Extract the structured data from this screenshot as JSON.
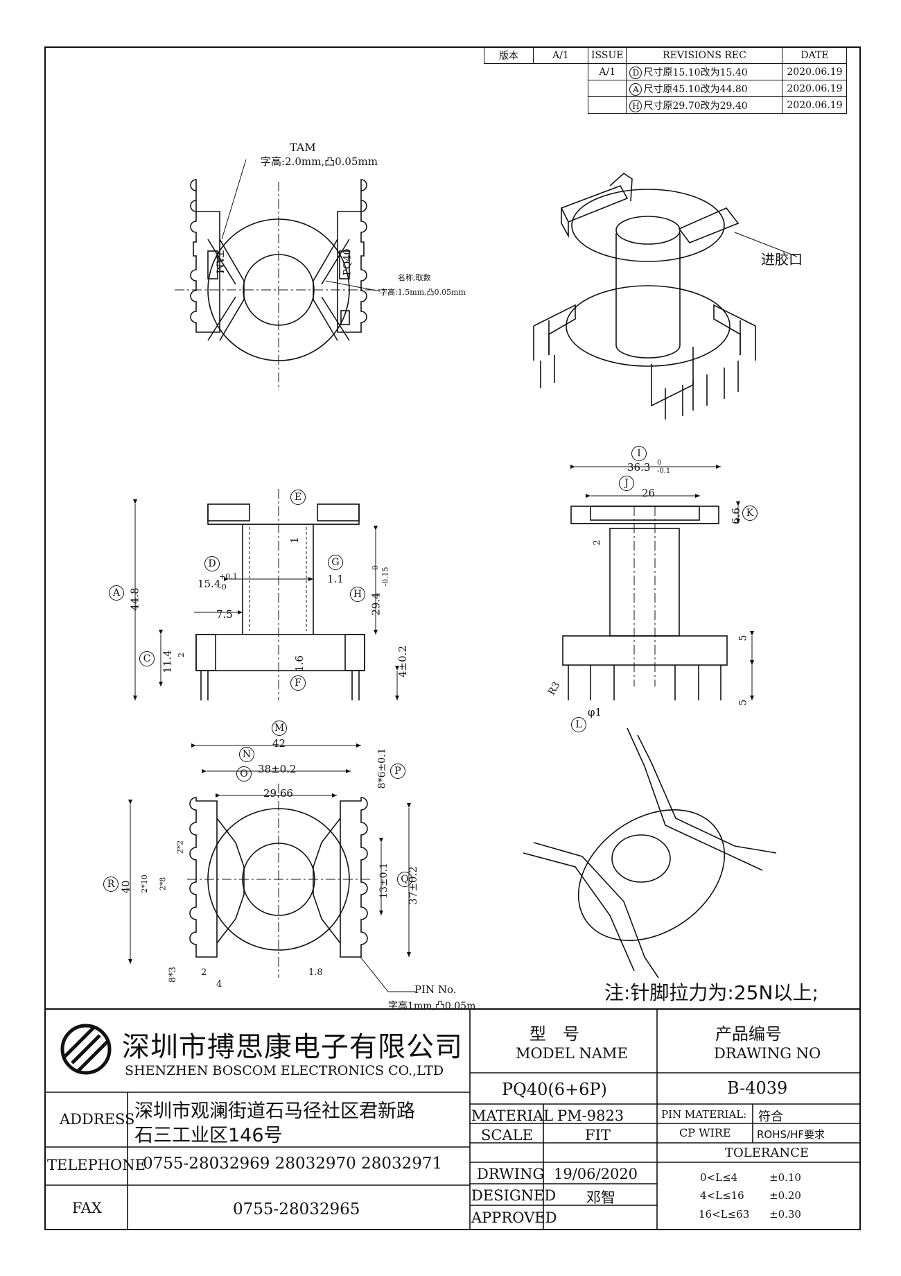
{
  "revisions": {
    "head_version": "版本",
    "head_version_val": "A/1",
    "head_issue": "ISSUE",
    "head_rec": "REVISIONS REC",
    "head_date": "DATE",
    "issue_val": "A/1",
    "rows": [
      {
        "mark": "D",
        "text": "尺寸原15.10改为15.40",
        "date": "2020.06.19"
      },
      {
        "mark": "A",
        "text": "尺寸原45.10改为44.80",
        "date": "2020.06.19"
      },
      {
        "mark": "H",
        "text": "尺寸原29.70改为29.40",
        "date": "2020.06.19"
      }
    ]
  },
  "annotations": {
    "tam": "TAM",
    "tam_spec": "字高:2.0mm,凸0.05mm",
    "name_qty": "名称,取数",
    "name_spec": "字高:1.5mm,凸0.05mm",
    "gate": "进胶口",
    "pin_no": "PIN No.",
    "pin_spec": "字高1mm,凸0.05m",
    "note": "注:针脚拉力为:25N以上;",
    "body_text_1": "TAM",
    "body_text_2": "PQ40"
  },
  "dims": {
    "A": "44.8",
    "D": "15.4",
    "D_tol_up": "+0.1",
    "D_tol_dn": "-0",
    "E": "1",
    "G": "1.1",
    "H": "29.4",
    "H_tol_up": "0",
    "H_tol_dn": "-0.15",
    "v75": "7.5",
    "C": "11.4",
    "c2": "2",
    "F": "1.6",
    "f4": "4±0.2",
    "I": "36.3",
    "I_tol_up": "0",
    "I_tol_dn": "-0.1",
    "J": "26",
    "K": "6.6",
    "k2": "2",
    "k5a": "5",
    "k5b": "5",
    "R3": "R3",
    "L": "φ1",
    "M": "42",
    "N": "38±0.2",
    "O": "29.66",
    "P": "8*6±0.1",
    "R": "40",
    "Q": "37±0.2",
    "q13": "13±0.1",
    "r2x2": "2*2",
    "r2x10": "2*10",
    "r2x8": "2*8",
    "b8x3": "8*3",
    "b2": "2",
    "b4": "4",
    "b18": "1.8"
  },
  "labels": [
    "A",
    "C",
    "D",
    "E",
    "F",
    "G",
    "H",
    "I",
    "J",
    "K",
    "L",
    "M",
    "N",
    "O",
    "P",
    "Q",
    "R"
  ],
  "title_block": {
    "company_cn": "深圳市搏思康电子有限公司",
    "company_en": "SHENZHEN BOSCOM ELECTRONICS CO.,LTD",
    "address_label": "ADDRESS",
    "address_l1": "深圳市观澜街道石马径社区君新路",
    "address_l2": "石三工业区146号",
    "telephone_label": "TELEPHONE",
    "telephone": "0755-28032969 28032970 28032971",
    "fax_label": "FAX",
    "fax": "0755-28032965",
    "model_cn": "型　号",
    "model_en": "MODEL NAME",
    "model_val": "PQ40(6+6P)",
    "drawing_cn": "产品编号",
    "drawing_en": "DRAWING NO",
    "drawing_val": "B-4039",
    "material_label": "MATERIAL",
    "material_val": "PM-9823",
    "scale_label": "SCALE",
    "scale_val": "FIT",
    "drwing_label": "DRWING",
    "drwing_val": "19/06/2020",
    "designed_label": "DESIGNED",
    "designed_val": "邓智",
    "approved_label": "APPROVED",
    "approved_val": "",
    "pin_material_label": "PIN MATERIAL:",
    "pin_material_val": "符合",
    "cp_wire": "CP WIRE",
    "rohs": "ROHS/HF要求",
    "tolerance_label": "TOLERANCE",
    "tol_rows": [
      {
        "range": "0<L≤4",
        "val": "±0.10"
      },
      {
        "range": "4<L≤16",
        "val": "±0.20"
      },
      {
        "range": "16<L≤63",
        "val": "±0.30"
      }
    ]
  }
}
